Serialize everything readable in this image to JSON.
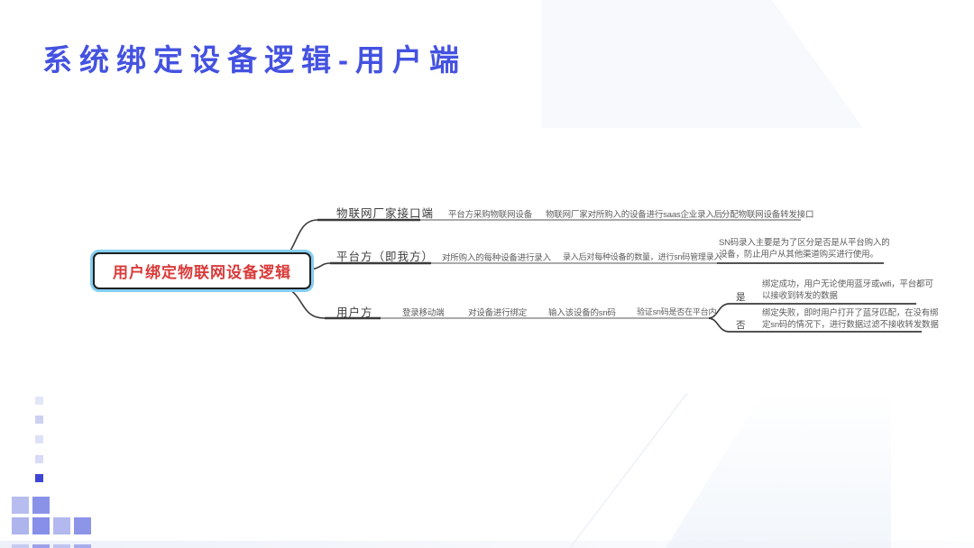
{
  "slide": {
    "title": "系统绑定设备逻辑-用户端",
    "title_color": "#4452e1",
    "accent_purple": "#8a92e8",
    "accent_indigo": "#3e45d4"
  },
  "mindmap": {
    "root": {
      "label": "用户绑定物联网设备逻辑",
      "text_color": "#d93a3a",
      "selection_ring_color": "#84cef1",
      "line_color": "#3b3b3b"
    },
    "branches": [
      {
        "label": "物联网厂家接口端",
        "nodes": [
          "平台方采购物联网设备",
          "物联网厂家对所购入的设备进行saas企业录入后",
          "分配物联网设备转发接口"
        ]
      },
      {
        "label": "平台方（即我方）",
        "nodes": [
          "对所购入的每种设备进行录入",
          "录入后对每种设备的数量，进行sn码管理录入",
          "SN码录入主要是为了区分是否是从平台购入的设备，防止用户从其他渠道购买进行使用。"
        ]
      },
      {
        "label": "用户方",
        "nodes": [
          "登录移动端",
          "对设备进行绑定",
          "输入该设备的sn码",
          "验证sn码是否在平台内"
        ],
        "outcomes": [
          {
            "label": "是",
            "text": "绑定成功，用户无论使用蓝牙或wifi，平台都可以接收到转发的数据"
          },
          {
            "label": "否",
            "text": "绑定失败，即时用户打开了蓝牙匹配，在没有绑定sn码的情况下，进行数据过滤不接收转发数据"
          }
        ]
      }
    ]
  }
}
